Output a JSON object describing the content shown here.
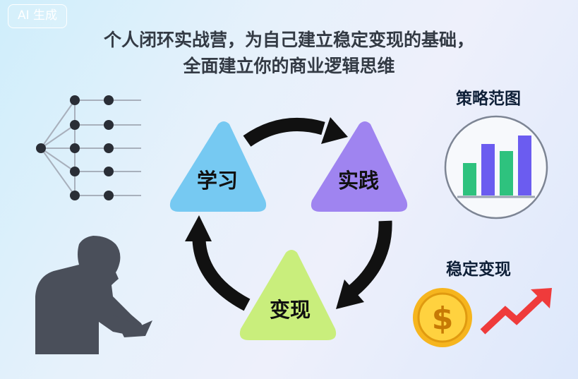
{
  "badge": "AI 生成",
  "title": {
    "line1": "个人闭环实战营，为自己建立稳定变现的基础，",
    "line2": "全面建立你的商业逻辑思维"
  },
  "cycle": {
    "steps": [
      "学习",
      "实践",
      "变现"
    ],
    "colors": {
      "learn": "#76c9f2",
      "practice": "#9f84f0",
      "monetize": "#c9ee7c",
      "arrow": "#111111"
    }
  },
  "strategy": {
    "label": "策略范图",
    "bars": [
      46,
      73,
      63,
      85
    ],
    "bar_colors": [
      "#2ec27e",
      "#6b5cf0",
      "#2ec27e",
      "#6b5cf0"
    ]
  },
  "income": {
    "label": "稳定变现",
    "coin_symbol": "$",
    "trend_color": "#ef3b3b"
  },
  "colors": {
    "silhouette": "#4a4f5a",
    "network_node": "#2a2e36",
    "network_line": "#a8b0bc"
  }
}
